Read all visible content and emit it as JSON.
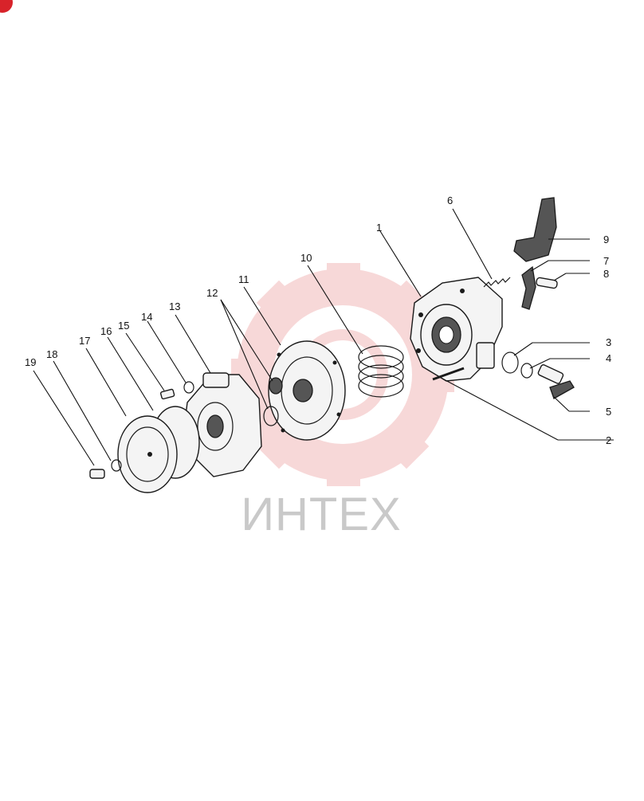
{
  "watermark": {
    "text": "ИНТЕХ",
    "gear_color": "#f2b9ba",
    "text_color": "#c9c9c9",
    "badge_color": "#d8232a"
  },
  "callouts": [
    {
      "id": "c1",
      "label": "1"
    },
    {
      "id": "c2",
      "label": "2"
    },
    {
      "id": "c3",
      "label": "3"
    },
    {
      "id": "c4",
      "label": "4"
    },
    {
      "id": "c5",
      "label": "5"
    },
    {
      "id": "c6",
      "label": "6"
    },
    {
      "id": "c7",
      "label": "7"
    },
    {
      "id": "c8",
      "label": "8"
    },
    {
      "id": "c9",
      "label": "9"
    },
    {
      "id": "c10",
      "label": "10"
    },
    {
      "id": "c11",
      "label": "11"
    },
    {
      "id": "c12",
      "label": "12"
    },
    {
      "id": "c13",
      "label": "13"
    },
    {
      "id": "c14",
      "label": "14"
    },
    {
      "id": "c15",
      "label": "15"
    },
    {
      "id": "c16",
      "label": "16"
    },
    {
      "id": "c17",
      "label": "17"
    },
    {
      "id": "c18",
      "label": "18"
    },
    {
      "id": "c19",
      "label": "19"
    }
  ]
}
